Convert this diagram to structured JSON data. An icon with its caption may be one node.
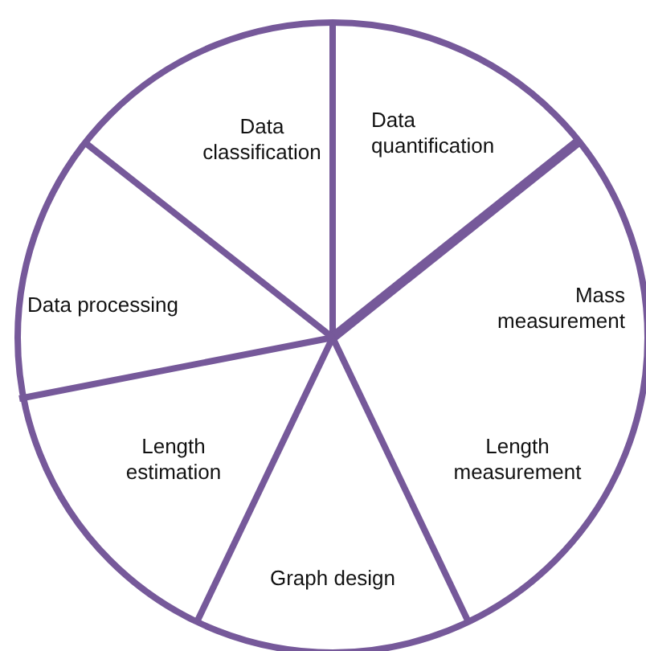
{
  "diagram": {
    "nodes": [
      {
        "text": [
          "Data quantification"
        ]
      },
      {
        "text": [
          "Mass measurement"
        ]
      },
      {
        "text": [
          "Length measurement"
        ]
      },
      {
        "text": [
          "Graph design"
        ]
      },
      {
        "text": [
          "Length estimation"
        ]
      },
      {
        "text": [
          "Data processing"
        ]
      },
      {
        "text": [
          "Data classification"
        ]
      }
    ]
  }
}
